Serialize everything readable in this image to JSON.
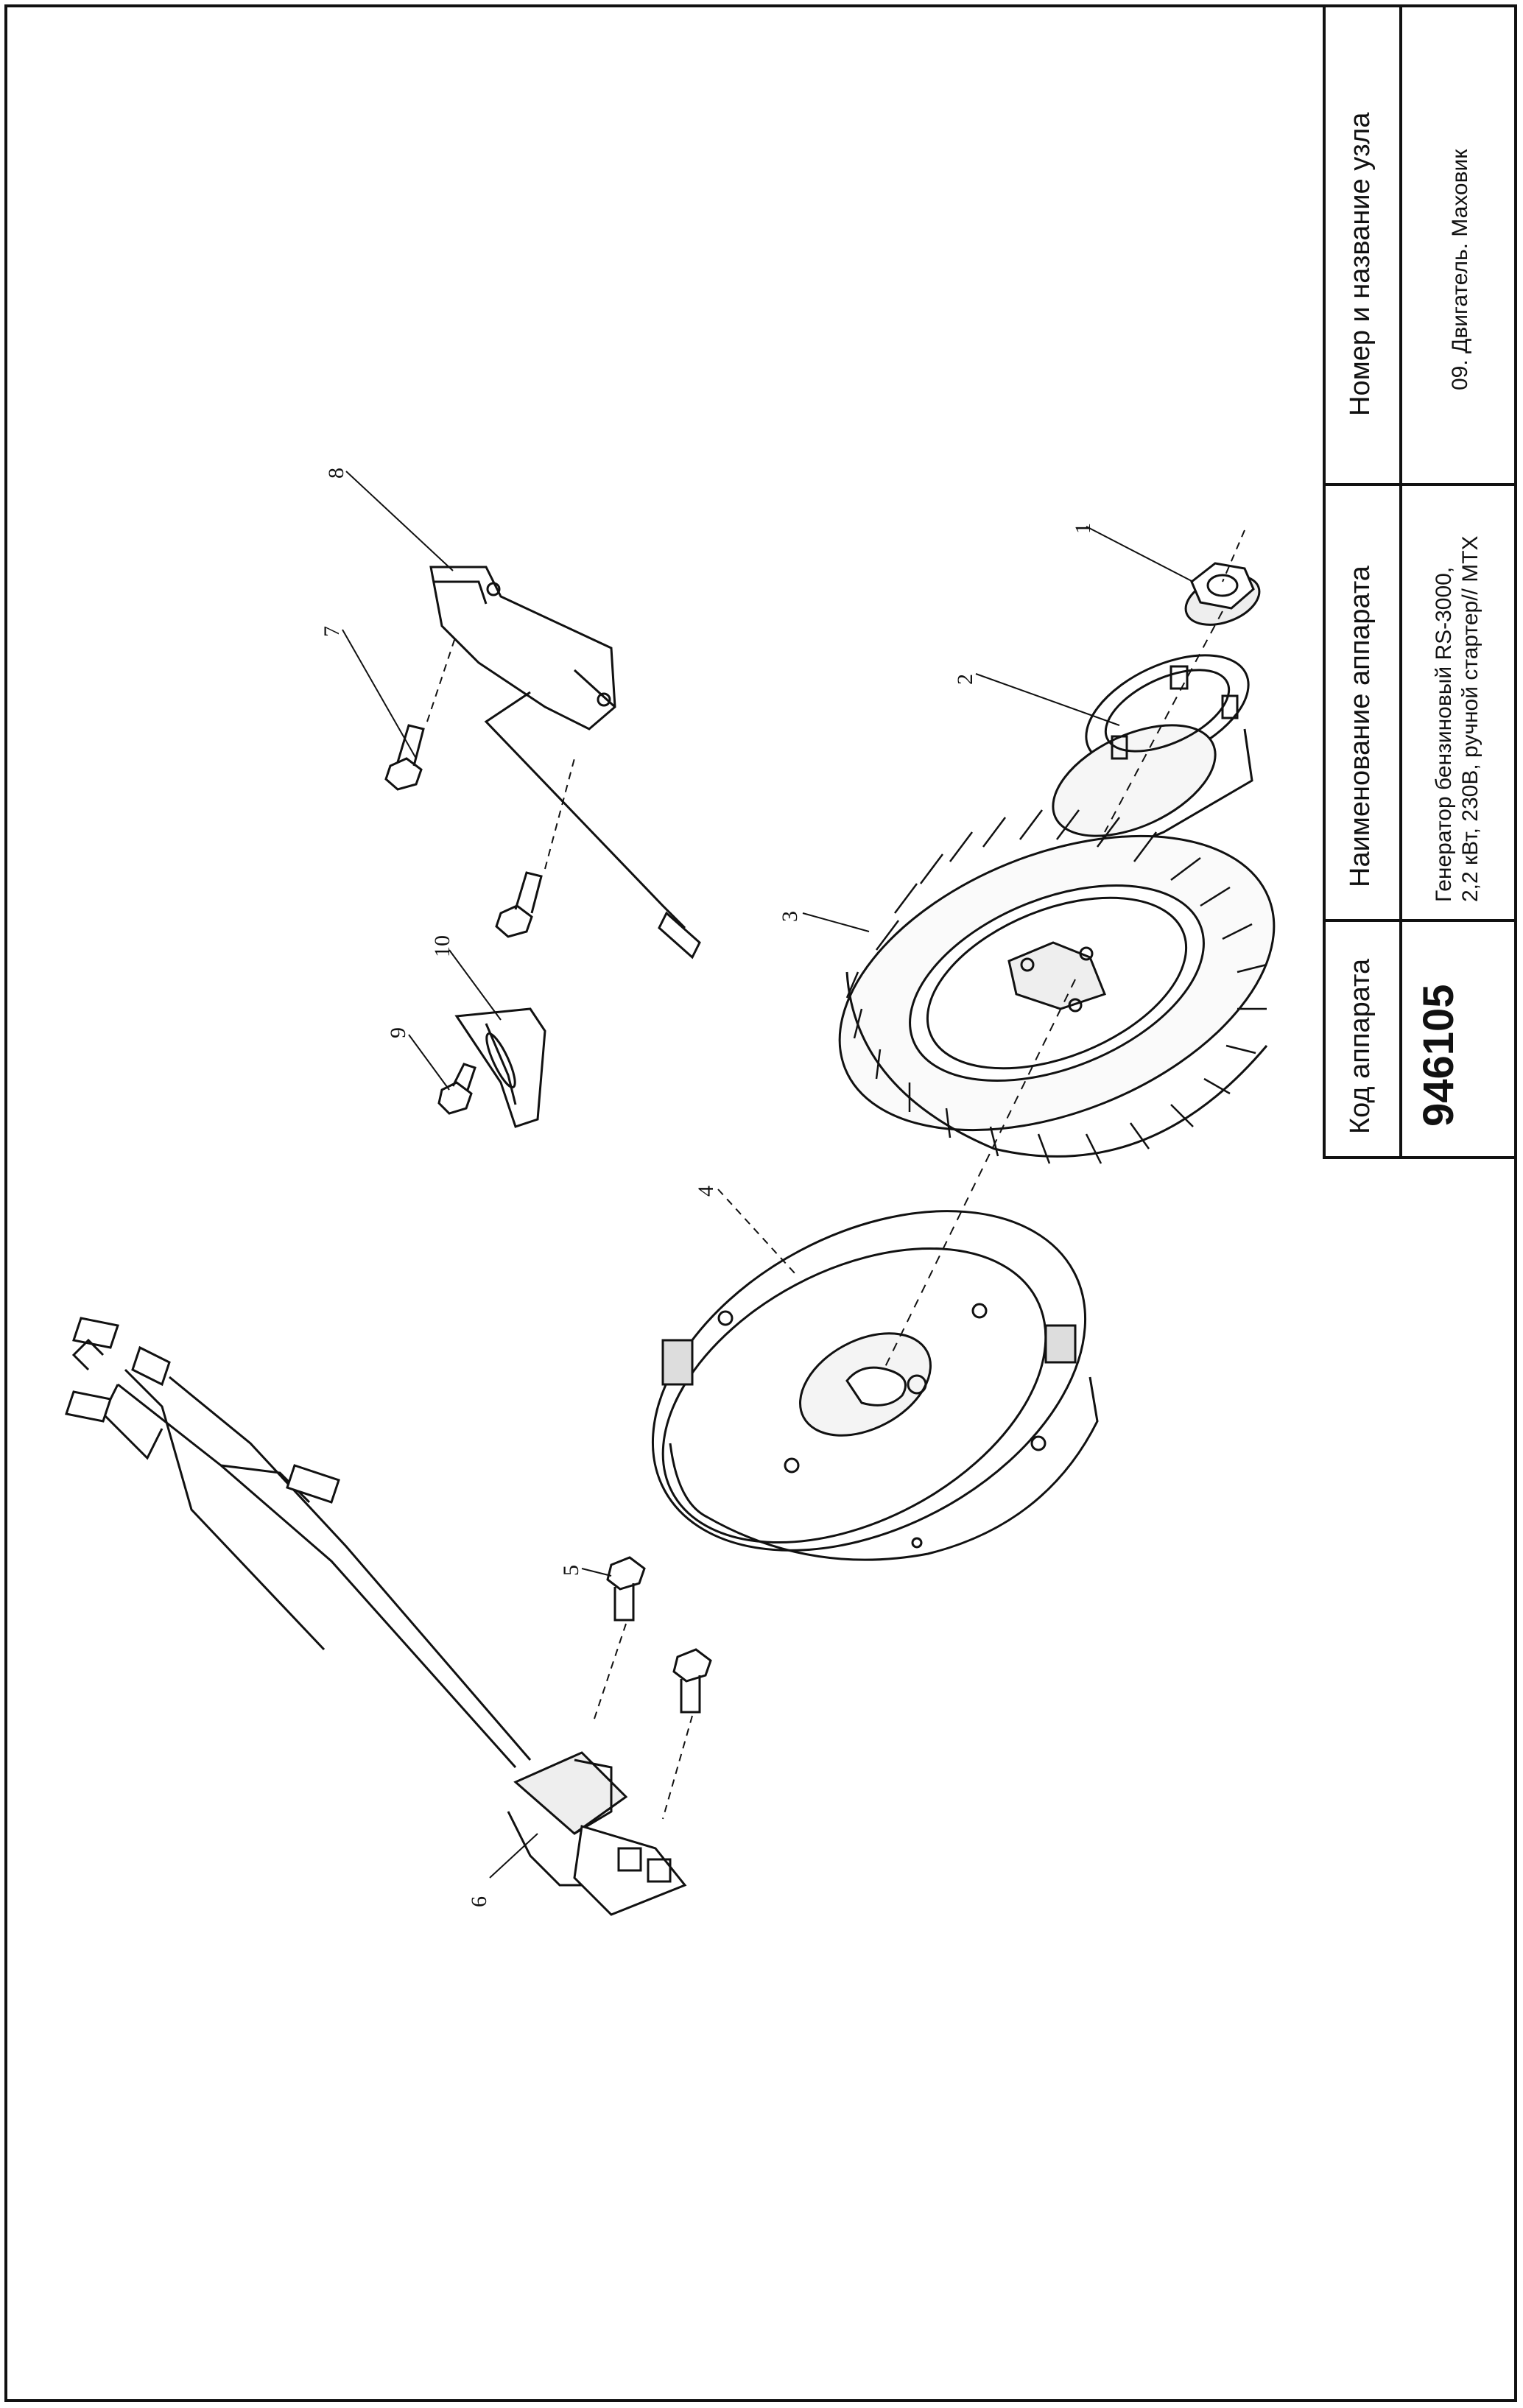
{
  "title_block": {
    "code_header": "Код аппарата",
    "code_value": "946105",
    "name_header": "Наименование аппарата",
    "name_value_line1": "Генератор бензиновый RS-3000,",
    "name_value_line2": "2,2 кВт, 230В, ручной стартер// MTX",
    "assembly_header": "Номер и название узла",
    "assembly_value": "09. Двигатель. Маховик"
  },
  "callouts": {
    "c1": "1",
    "c2": "2",
    "c3": "3",
    "c4": "4",
    "c5": "5",
    "c6": "6",
    "c7": "7",
    "c8": "8",
    "c9": "9",
    "c10": "10"
  }
}
